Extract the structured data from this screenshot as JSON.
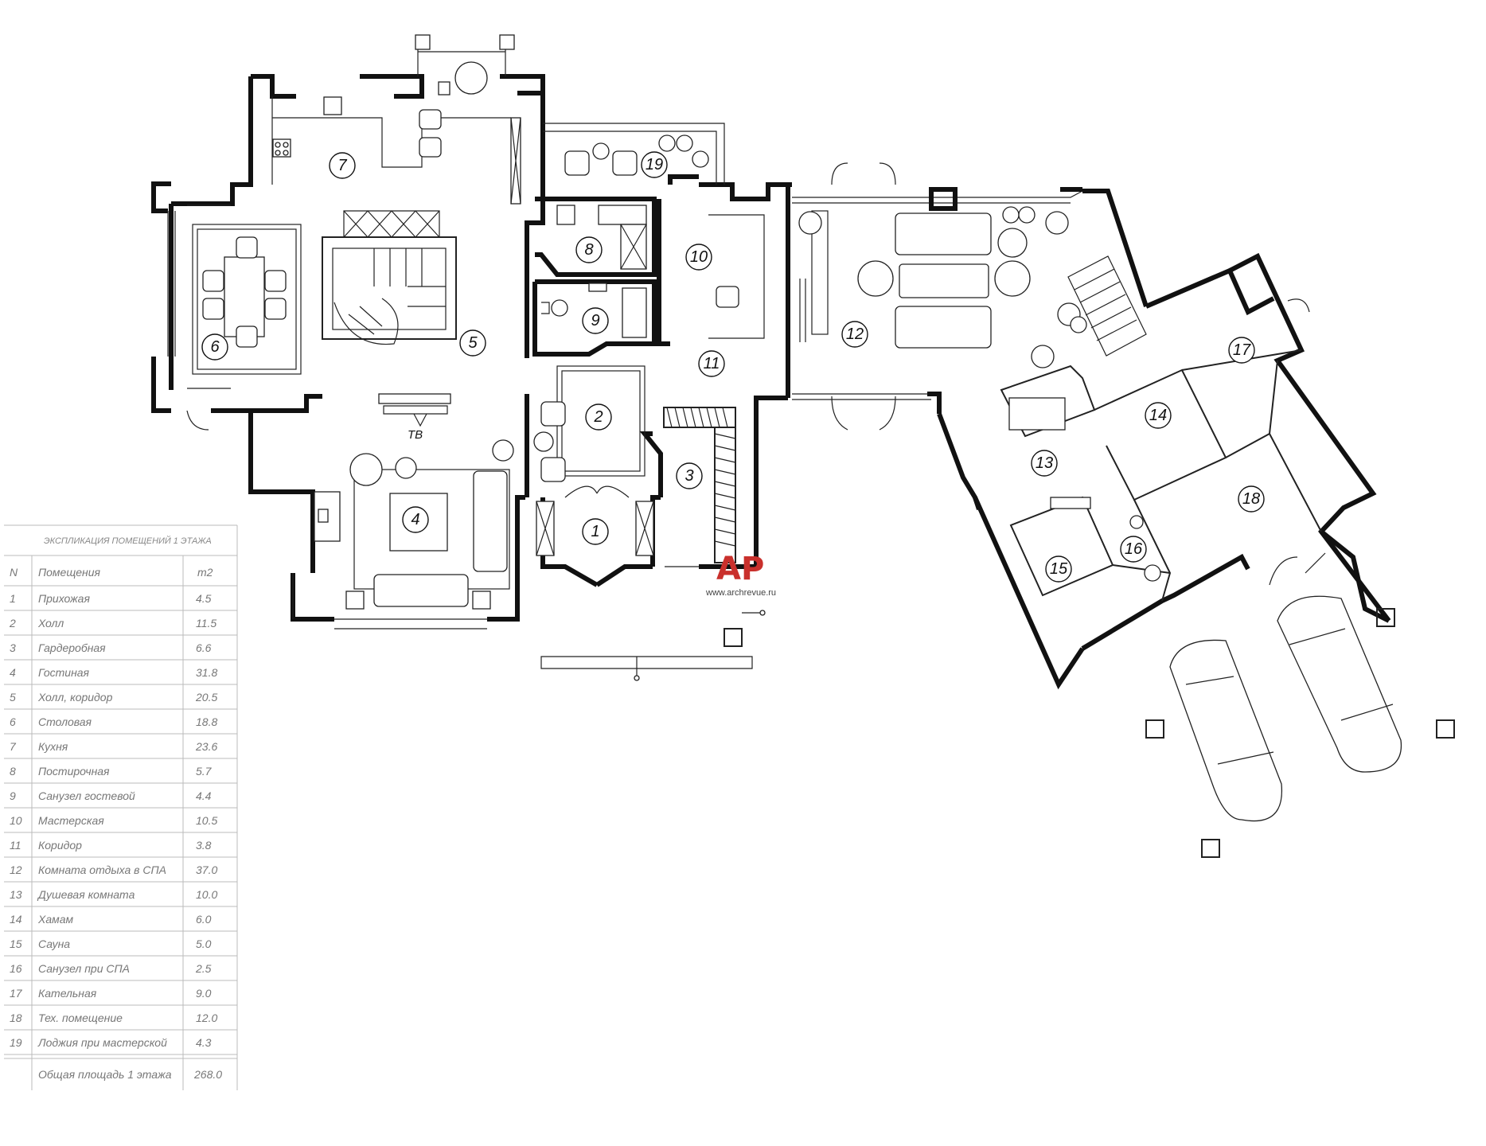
{
  "schedule": {
    "title": "ЭКСПЛИКАЦИЯ ПОМЕЩЕНИЙ 1 ЭТАЖА",
    "col_n": "N",
    "col_name": "Помещения",
    "col_area": "m2",
    "rows": [
      {
        "n": "1",
        "name": "Прихожая",
        "area": "4.5"
      },
      {
        "n": "2",
        "name": "Холл",
        "area": "11.5"
      },
      {
        "n": "3",
        "name": "Гардеробная",
        "area": "6.6"
      },
      {
        "n": "4",
        "name": "Гостиная",
        "area": "31.8"
      },
      {
        "n": "5",
        "name": "Холл, коридор",
        "area": "20.5"
      },
      {
        "n": "6",
        "name": "Столовая",
        "area": "18.8"
      },
      {
        "n": "7",
        "name": "Кухня",
        "area": "23.6"
      },
      {
        "n": "8",
        "name": "Постирочная",
        "area": "5.7"
      },
      {
        "n": "9",
        "name": "Санузел гостевой",
        "area": "4.4"
      },
      {
        "n": "10",
        "name": "Мастерская",
        "area": "10.5"
      },
      {
        "n": "11",
        "name": "Коридор",
        "area": "3.8"
      },
      {
        "n": "12",
        "name": "Комната отдыха в СПА",
        "area": "37.0"
      },
      {
        "n": "13",
        "name": "Душевая комната",
        "area": "10.0"
      },
      {
        "n": "14",
        "name": "Хамам",
        "area": "6.0"
      },
      {
        "n": "15",
        "name": "Сауна",
        "area": "5.0"
      },
      {
        "n": "16",
        "name": "Санузел при СПА",
        "area": "2.5"
      },
      {
        "n": "17",
        "name": "Кательная",
        "area": "9.0"
      },
      {
        "n": "18",
        "name": "Тех. помещение",
        "area": "12.0"
      },
      {
        "n": "19",
        "name": "Лоджия при мастерской",
        "area": "4.3"
      }
    ],
    "total_label": "Общая площадь 1 этажа",
    "total_value": "268.0"
  },
  "plan": {
    "tv_label": "ТВ",
    "room_labels": [
      "1",
      "2",
      "3",
      "4",
      "5",
      "6",
      "7",
      "8",
      "9",
      "10",
      "11",
      "12",
      "13",
      "14",
      "15",
      "16",
      "17",
      "18",
      "19"
    ]
  },
  "watermark": {
    "logo": "АР",
    "url": "www.archrevue.ru"
  }
}
